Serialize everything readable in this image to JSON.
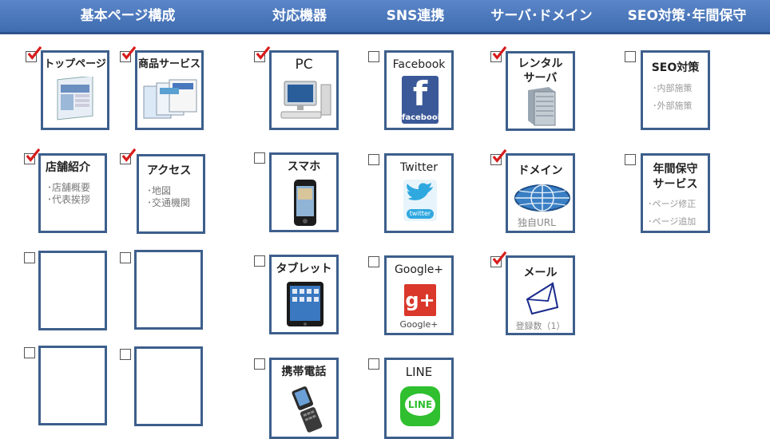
{
  "header": {
    "col1": "基本ページ構成",
    "col2": "対応機器",
    "col3": "SNS連携",
    "col4": "サーバ･ドメイン",
    "col5": "SEO対策･年間保守"
  },
  "basic": {
    "top": "トップページ",
    "products": "商品サービス",
    "store": "店舗紹介",
    "store_sub1": "･店舗概要",
    "store_sub2": "･代表挨拶",
    "access": "アクセス",
    "access_sub1": "･地図",
    "access_sub2": "･交通機関"
  },
  "devices": {
    "pc": "PC",
    "smartphone": "スマホ",
    "tablet": "タブレット",
    "mobile": "携帯電話"
  },
  "sns": {
    "facebook": "Facebook",
    "facebook_logo_text": "facebook",
    "twitter": "Twitter",
    "twitter_logo_text": "twitter",
    "google": "Google+",
    "google_logo_text": "Google+",
    "line": "LINE",
    "line_logo_text": "LINE"
  },
  "server": {
    "rental": "レンタルサーバ",
    "domain": "ドメイン",
    "domain_sub": "独自URL",
    "mail": "メール",
    "mail_sub": "登録数（1）"
  },
  "seo": {
    "seo": "SEO対策",
    "seo_sub1": "･内部施策",
    "seo_sub2": "･外部施策",
    "maint": "年間保守サービス",
    "maint_sub1": "･ページ修正",
    "maint_sub2": "･ページ追加"
  },
  "colors": {
    "header": "#4a78be",
    "card_border": "#3d5f8c",
    "check": "#d81b1b"
  }
}
